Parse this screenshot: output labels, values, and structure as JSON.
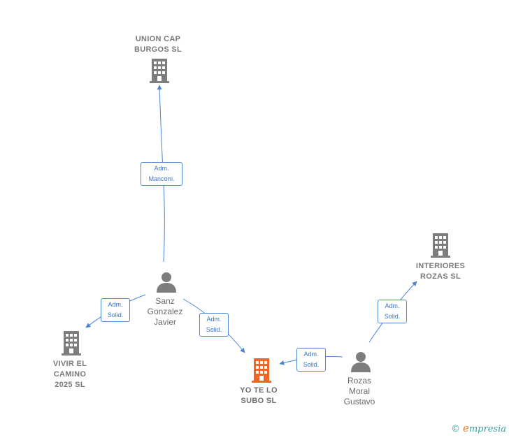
{
  "nodes": {
    "union_cap": {
      "label": "UNION CAP\nBURGOS  SL",
      "kind": "company"
    },
    "interiores": {
      "label": "INTERIORES\nROZAS  SL",
      "kind": "company"
    },
    "vivir": {
      "label": "VIVIR EL\nCAMINO\n2025  SL",
      "kind": "company"
    },
    "yo_te_lo": {
      "label": "YO TE LO\nSUBO  SL",
      "kind": "company-main"
    },
    "sanz": {
      "label": "Sanz\nGonzalez\nJavier",
      "kind": "person"
    },
    "rozas": {
      "label": "Rozas\nMoral\nGustavo",
      "kind": "person"
    }
  },
  "edges": [
    {
      "from": "sanz",
      "to": "union_cap",
      "label": "Adm.\nMancom."
    },
    {
      "from": "sanz",
      "to": "vivir",
      "label": "Adm.\nSolid."
    },
    {
      "from": "sanz",
      "to": "yo_te_lo",
      "label": "Adm.\nSolid."
    },
    {
      "from": "rozas",
      "to": "yo_te_lo",
      "label": "Adm.\nSolid."
    },
    {
      "from": "rozas",
      "to": "interiores",
      "label": "Adm.\nSolid."
    }
  ],
  "colors": {
    "edge": "#4a86d4",
    "company_icon": "#7d7d7d",
    "main_company_icon": "#f26522",
    "person_icon": "#7d7d7d"
  },
  "footer": {
    "copyright": "©",
    "brand_initial": "e",
    "brand_rest": "mpresia"
  }
}
